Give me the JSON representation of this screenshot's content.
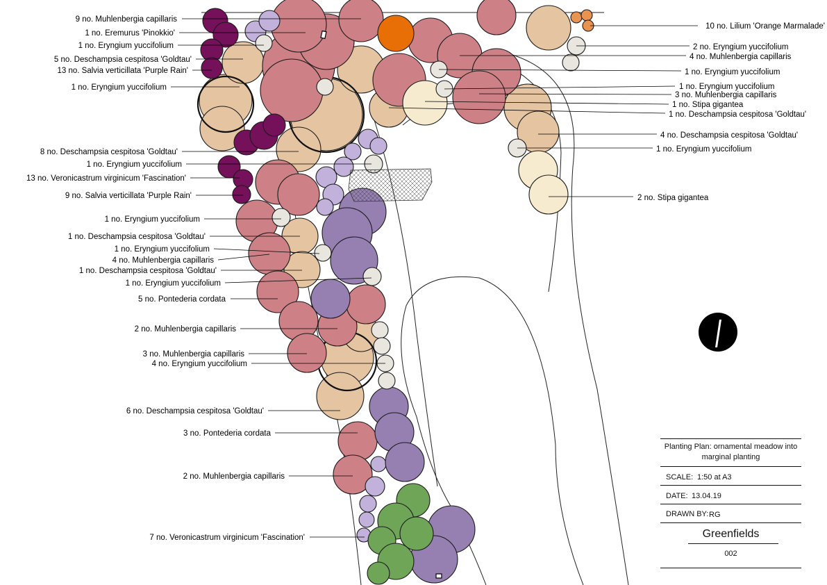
{
  "labels_left": [
    "9 no. Muhlenbergia capillaris",
    "1 no. Eremurus 'Pinokkio'",
    "1 no. Eryngium yuccifolium",
    "5 no. Deschampsia cespitosa 'Goldtau'",
    "13 no. Salvia verticillata 'Purple Rain'",
    "1 no. Eryngium yuccifolium",
    "8 no. Deschampsia cespitosa 'Goldtau'",
    "1 no. Eryngium yuccifolium",
    "13 no. Veronicastrum virginicum 'Fascination'",
    "9 no. Salvia verticillata 'Purple Rain'",
    "1 no. Eryngium yuccifolium",
    "1 no. Deschampsia cespitosa 'Goldtau'",
    "1 no. Eryngium yuccifolium",
    "4 no. Muhlenbergia capillaris",
    "1 no. Deschampsia cespitosa 'Goldtau'",
    "1 no. Eryngium yuccifolium",
    "5 no. Pontederia cordata",
    "2 no. Muhlenbergia capillaris",
    "3 no. Muhlenbergia capillaris",
    "4 no. Eryngium yuccifolium",
    "6 no. Deschampsia cespitosa 'Goldtau'",
    "3 no. Pontederia cordata",
    "2 no. Muhlenbergia capillaris",
    "7 no. Veronicastrum virginicum 'Fascination'"
  ],
  "labels_right": [
    "10 no. Lilium 'Orange Marmalade'",
    "2 no. Eryngium yuccifolium",
    "4 no. Muhlenbergia capillaris",
    "1 no. Eryngium yuccifolium",
    "1 no. Eryngium yuccifolium",
    "3 no. Muhlenbergia capillaris",
    "1 no. Stipa gigantea",
    "1 no. Deschampsia cespitosa 'Goldtau'",
    "4 no. Deschampsia cespitosa 'Goldtau'",
    "1 no. Eryngium yuccifolium",
    "2 no. Stipa gigantea"
  ],
  "plant_colors": {
    "muhlenbergia": "#cd8085",
    "deschampsia": "#e5c4a1",
    "eryngium": "#e8e6de",
    "salvia": "#75105a",
    "veronicastrum": "#c1b1db",
    "pontederia": "#9680b2",
    "stipa": "#f6ebcf",
    "eremurus": "#e86e06",
    "lilium": "#e99350",
    "green": "#6ea557"
  },
  "title_block": {
    "title": "Planting Plan: ornamental meadow into marginal planting",
    "scale_label": "SCALE:",
    "scale_value": "1:50 at A3",
    "date_label": "DATE:",
    "date_value": "13.04.19",
    "drawn_label": "DRAWN BY:",
    "drawn_value": "RG",
    "company": "Greenfields",
    "drawing_no": "002"
  },
  "north_icon": "north-arrow-icon"
}
